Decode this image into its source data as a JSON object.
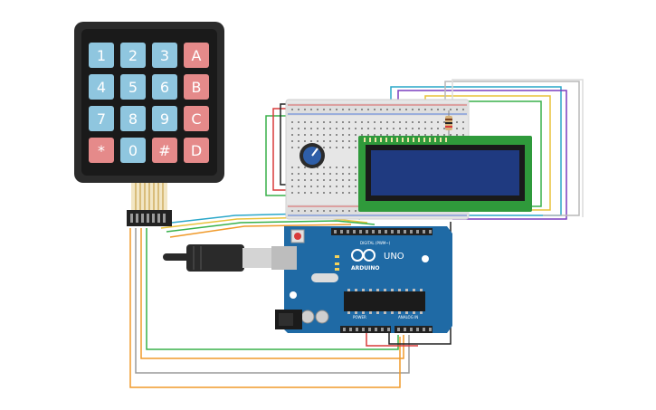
{
  "keypad": {
    "rows": [
      [
        {
          "label": "1",
          "kind": "num"
        },
        {
          "label": "2",
          "kind": "num"
        },
        {
          "label": "3",
          "kind": "num"
        },
        {
          "label": "A",
          "kind": "letter"
        }
      ],
      [
        {
          "label": "4",
          "kind": "num"
        },
        {
          "label": "5",
          "kind": "num"
        },
        {
          "label": "6",
          "kind": "num"
        },
        {
          "label": "B",
          "kind": "letter"
        }
      ],
      [
        {
          "label": "7",
          "kind": "num"
        },
        {
          "label": "8",
          "kind": "num"
        },
        {
          "label": "9",
          "kind": "num"
        },
        {
          "label": "C",
          "kind": "letter"
        }
      ],
      [
        {
          "label": "*",
          "kind": "letter"
        },
        {
          "label": "0",
          "kind": "num"
        },
        {
          "label": "#",
          "kind": "letter"
        },
        {
          "label": "D",
          "kind": "letter"
        }
      ]
    ]
  },
  "arduino": {
    "brand": "ARDUINO",
    "model": "UNO",
    "digital_label": "DIGITAL (PWM~)",
    "power_label": "POWER",
    "analog_label": "ANALOG IN"
  },
  "colors": {
    "keypad_body": "#2b2b2b",
    "key_num": "#8fc6df",
    "key_letter": "#e58a8a",
    "board": "#1f6aa5",
    "breadboard": "#e6e6e6",
    "lcd_pcb": "#2f9a3b",
    "lcd_screen": "#1f3a80",
    "usb_plug": "#2a2a2a"
  }
}
